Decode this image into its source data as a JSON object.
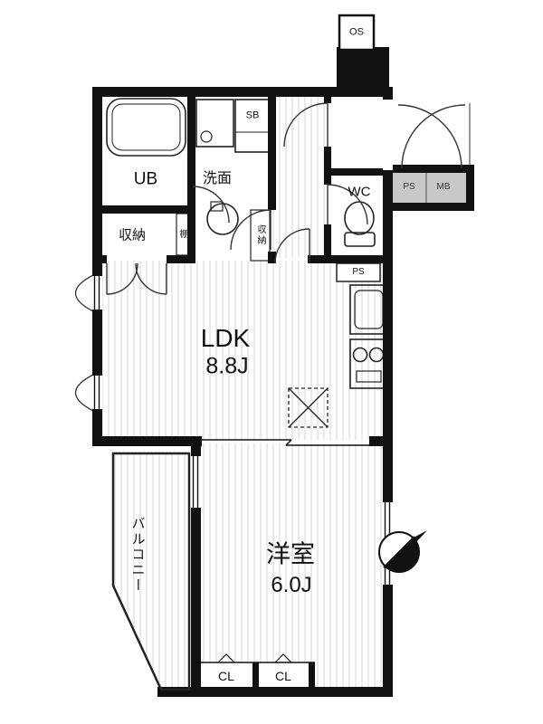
{
  "plan": {
    "title": "apartment-floor-plan",
    "labels": {
      "os": "OS",
      "ub": "UB",
      "washroom": "洗面",
      "sb": "SB",
      "wc": "WC",
      "storage": "収納",
      "shelf": "棚",
      "storage_small": "収納",
      "ldk": "LDK",
      "ldk_size": "8.8J",
      "bedroom": "洋室",
      "bedroom_size": "6.0J",
      "balcony": "バルコニー",
      "closet_left": "CL",
      "closet_right": "CL",
      "ps_shaft": "PS",
      "meter_box": "MB",
      "ps_lower": "PS"
    },
    "icons": {
      "compass": "north-arrow-icon",
      "bath": "bathtub-icon",
      "toilet": "toilet-icon",
      "washer": "washing-machine-icon",
      "sink": "sink-icon",
      "stove": "stove-icon",
      "kitchen_sink": "kitchen-sink-icon",
      "refrigerator": "refrigerator-dashed-icon",
      "entrance": "double-door-swing-icon"
    },
    "colors": {
      "wall": "#111111",
      "outline": "#222222",
      "floor_stripe": "#d4d4d4",
      "meter_box_fill": "#c8c8c8",
      "background": "#ffffff"
    }
  }
}
